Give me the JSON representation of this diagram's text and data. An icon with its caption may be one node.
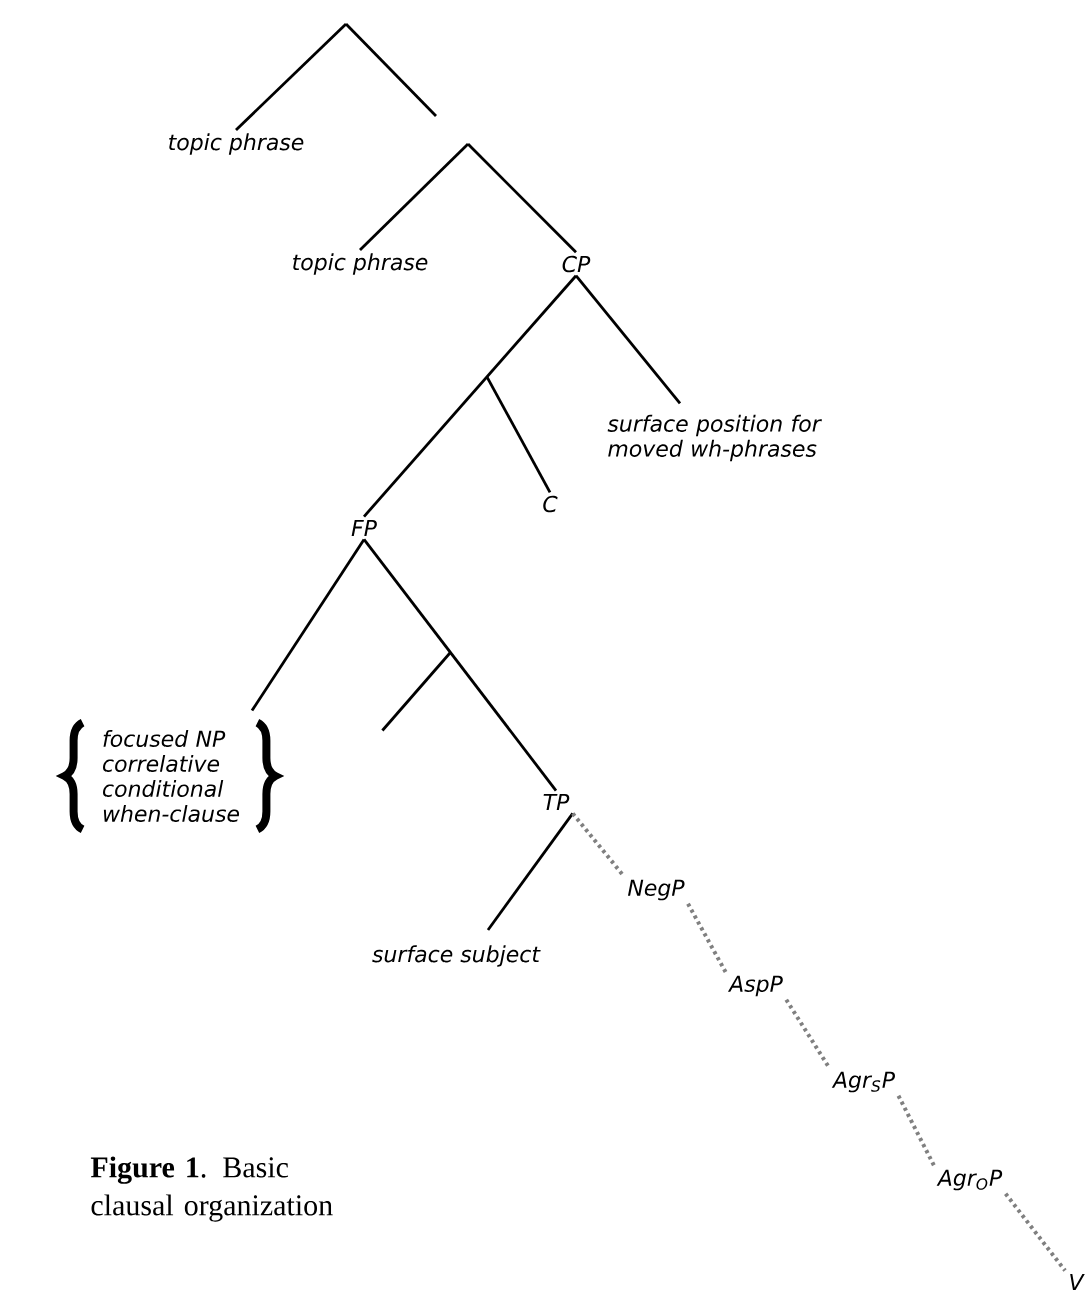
{
  "diagram": {
    "caption": "**Figure 1**.  Basic clausal organization",
    "nodes": [
      {
        "text": [
          "topic phrase"
        ]
      },
      {
        "text": [
          "topic phrase"
        ]
      },
      {
        "text": [
          "CP"
        ]
      },
      {
        "text": [
          "surface position for moved wh-phrases"
        ]
      },
      {
        "text": [
          "FP"
        ]
      },
      {
        "text": [
          "C"
        ]
      },
      {
        "text": [
          "focused NP",
          "correlative",
          "conditional",
          "when-clause"
        ]
      },
      {
        "text": [
          "TP"
        ]
      },
      {
        "text": [
          "surface subject"
        ]
      },
      {
        "text": [
          "NegP"
        ]
      },
      {
        "text": [
          "AspP"
        ]
      },
      {
        "text": [
          "Agr$_{S}$P"
        ]
      },
      {
        "text": [
          "Agr$_{O}$P"
        ]
      },
      {
        "text": [
          "V"
        ]
      }
    ],
    "edges": [
      {
        "from": null,
        "to": 0,
        "arrow": "none"
      },
      {
        "from": null,
        "to": 1,
        "arrow": "none"
      },
      {
        "from": null,
        "to": 2,
        "arrow": "none"
      },
      {
        "from": 2,
        "to": 4,
        "arrow": "none"
      },
      {
        "from": null,
        "to": 5,
        "arrow": "none"
      },
      {
        "from": 2,
        "to": 3,
        "arrow": "none"
      },
      {
        "from": 4,
        "to": 6,
        "arrow": "none"
      },
      {
        "from": 4,
        "to": 7,
        "arrow": "none"
      },
      {
        "from": 7,
        "to": 8,
        "arrow": "none"
      },
      {
        "from": 7,
        "to": 9,
        "arrow": "none",
        "style": "dashed",
        "color": "#808080"
      },
      {
        "from": 9,
        "to": 10,
        "arrow": "none",
        "style": "dashed",
        "color": "#808080"
      },
      {
        "from": 10,
        "to": 11,
        "arrow": "none",
        "style": "dashed",
        "color": "#808080"
      },
      {
        "from": 11,
        "to": 12,
        "arrow": "none",
        "style": "dashed",
        "color": "#808080"
      },
      {
        "from": 12,
        "to": 13,
        "arrow": "none",
        "style": "dashed",
        "color": "#808080"
      }
    ]
  }
}
